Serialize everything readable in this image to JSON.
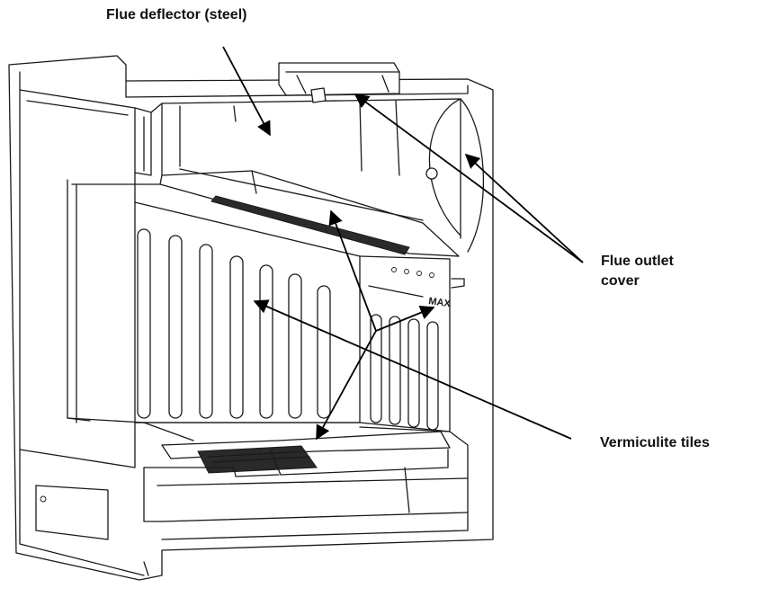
{
  "labels": {
    "flue_deflector": "Flue deflector (steel)",
    "flue_outlet_line1": "Flue outlet",
    "flue_outlet_line2": "cover",
    "vermiculite_tiles": "Vermiculite tiles"
  },
  "marking": {
    "max_text": "MAX"
  },
  "colors": {
    "line": "#1a1a1a",
    "background": "#ffffff",
    "text": "#111111"
  }
}
